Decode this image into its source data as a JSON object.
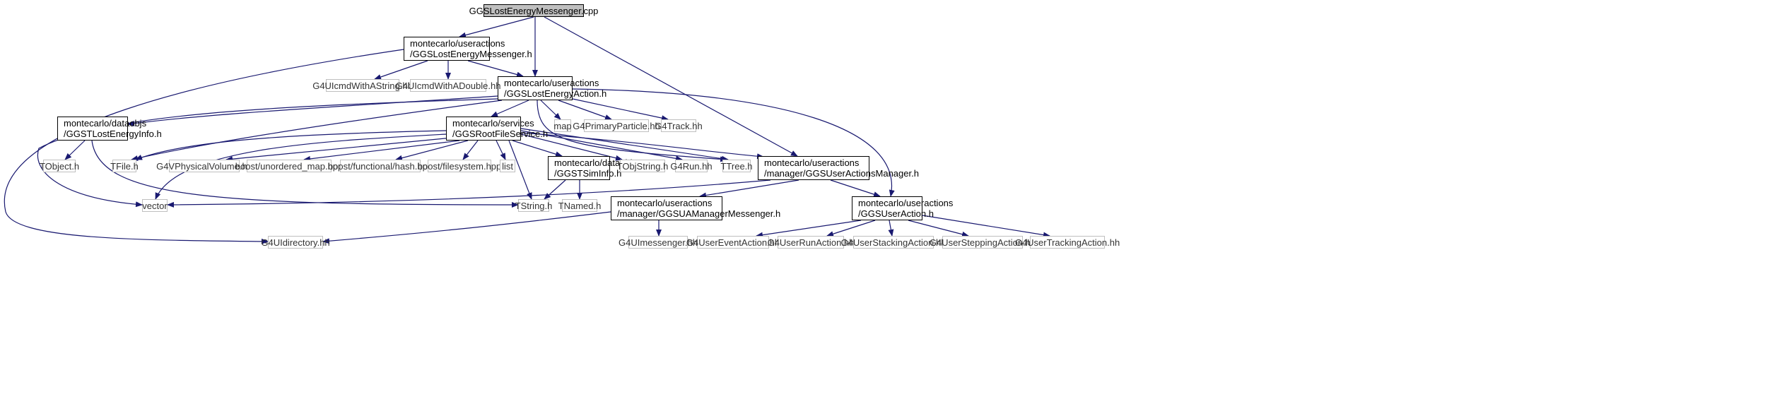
{
  "graph": {
    "root": "GGSLostEnergyMessenger.cpp",
    "nodes": {
      "lem_h": [
        "montecarlo/useractions",
        "/GGSLostEnergyMessenger.h"
      ],
      "lea_h": [
        "montecarlo/useractions",
        "/GGSLostEnergyAction.h"
      ],
      "string_hh": "G4UIcmdWithAString.hh",
      "double_hh": "G4UIcmdWithADouble.hh",
      "tlei_h": [
        "montecarlo/dataobjs",
        "/GGSTLostEnergyInfo.h"
      ],
      "rfs_h": [
        "montecarlo/services",
        "/GGSRootFileService.h"
      ],
      "map": "map",
      "primary_hh": "G4PrimaryParticle.hh",
      "track_hh": "G4Track.hh",
      "tobject_h": "TObject.h",
      "tfile_h": "TFile.h",
      "physvol_hh": "G4VPhysicalVolume.hh",
      "umap_hpp": "boost/unordered_map.hpp",
      "hash_hpp": "boost/functional/hash.hpp",
      "fs_hpp": "boost/filesystem.hpp",
      "list": "list",
      "tsim_h": [
        "montecarlo/dataobjs",
        "/GGSTSimInfo.h"
      ],
      "tobjstring_h": "TObjString.h",
      "g4run_hh": "G4Run.hh",
      "ttree_h": "TTree.h",
      "uam_h": [
        "montecarlo/useractions",
        "/manager/GGSUserActionsManager.h"
      ],
      "vector": "vector",
      "tstring_h": "TString.h",
      "tnamed_h": "TNamed.h",
      "uamm_h": [
        "montecarlo/useractions",
        "/manager/GGSUAManagerMessenger.h"
      ],
      "ua_h": [
        "montecarlo/useractions",
        "/GGSUserAction.h"
      ],
      "uidir_hh": "G4UIdirectory.hh",
      "uimsg_hh": "G4UImessenger.hh",
      "event_hh": "G4UserEventAction.hh",
      "runact_hh": "G4UserRunAction.hh",
      "stack_hh": "G4UserStackingAction.hh",
      "step_hh": "G4UserSteppingAction.hh",
      "tracking_hh": "G4UserTrackingAction.hh"
    },
    "colors": {
      "edge": "#191970",
      "local_border": "#000000",
      "ext_border": "#bfbfbf",
      "root_fill": "#bfbfbf"
    }
  }
}
